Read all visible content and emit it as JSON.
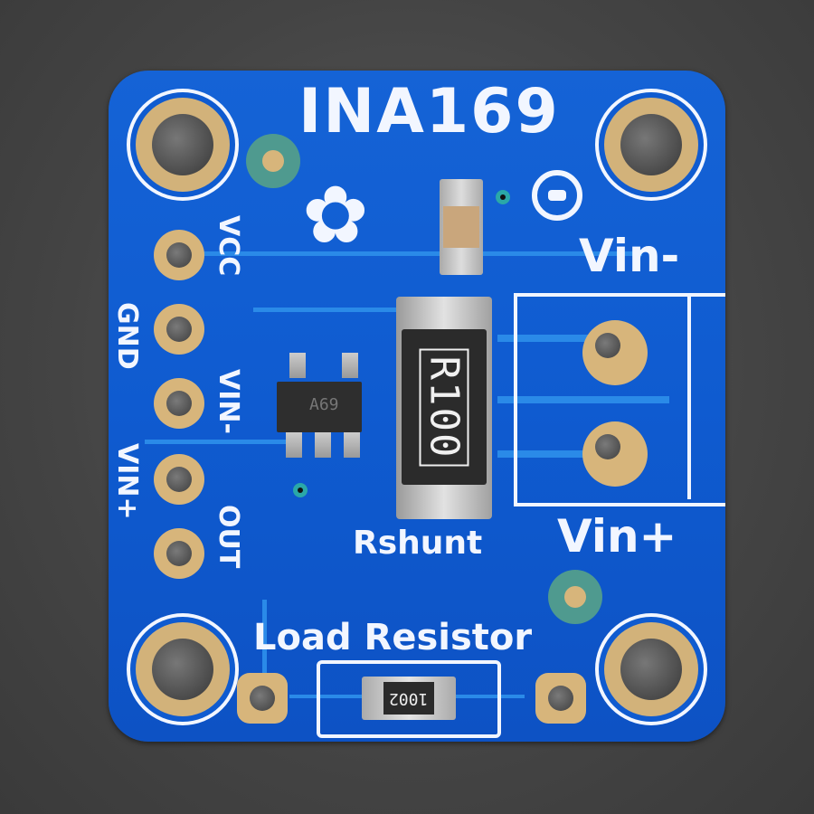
{
  "board": {
    "title": "INA169",
    "logo_icon": "adafruit-flower-icon",
    "polarity_icon": "polarity-mark-icon",
    "pin_labels": [
      "VCC",
      "GND",
      "VIN-",
      "VIN+",
      "OUT"
    ],
    "terminal_labels": {
      "vin_minus": "Vin-",
      "vin_plus": "Vin+"
    },
    "shunt_label": "Rshunt",
    "shunt_marking": "R100",
    "ic_marking": "A69",
    "load_label": "Load Resistor",
    "load_marking": "1002"
  },
  "colors": {
    "pcb": "#0f5bd0",
    "silkscreen": "#f2f6ff",
    "pad_gold": "#d7b57b",
    "background": "#4a4a4a"
  }
}
